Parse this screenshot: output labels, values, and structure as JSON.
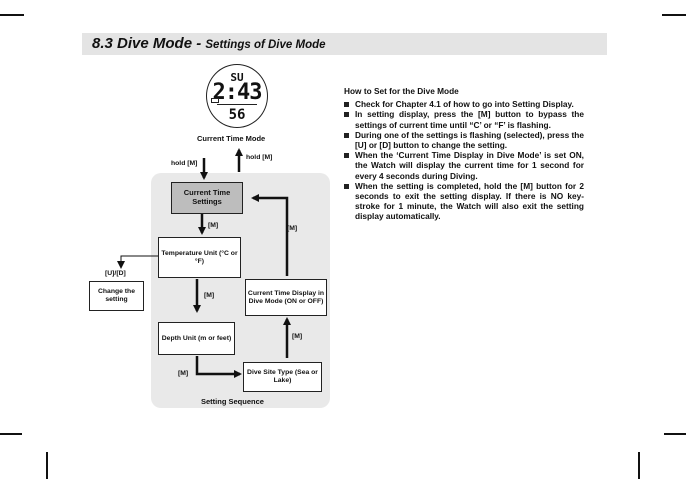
{
  "header": {
    "section": "8.3 Dive Mode",
    "separator": " - ",
    "subtitle": "Settings of Dive Mode"
  },
  "watch": {
    "day": "SU",
    "time": "2:43",
    "seconds": "56",
    "caption": "Current Time Mode"
  },
  "flow": {
    "hold_left": "hold [M]",
    "hold_right": "hold [M]",
    "settings_box": "Current Time Settings",
    "m1": "[M]",
    "temp_box": "Temperature Unit (°C or °F)",
    "m2": "[M]",
    "depth_box": "Depth Unit (m or feet)",
    "m3": "[M]",
    "site_box": "Dive Site Type (Sea or Lake)",
    "m4": "[M]",
    "display_box": "Current Time Display in Dive Mode (ON or OFF)",
    "m5": "[M]",
    "ud": "[U]/[D]",
    "change_box": "Change the setting",
    "caption": "Setting Sequence"
  },
  "instructions": {
    "heading": "How to Set for the Dive Mode",
    "items": [
      "Check for Chapter 4.1 of how to go into Setting Display.",
      "In setting display, press the [M] button to bypass the settings of current time until “C’ or “F’ is flashing.",
      "During one of the settings is flashing (selected), press the [U] or [D] button to change the setting.",
      "When the ‘Current Time Display in Dive Mode’ is set ON, the Watch will display the current time for 1 second for every 4 seconds during Diving.",
      "When the setting is completed, hold the [M] button for 2 seconds to exit the setting display. If there is NO key-stroke for 1 minute, the Watch will also exit the setting display automatically."
    ]
  }
}
